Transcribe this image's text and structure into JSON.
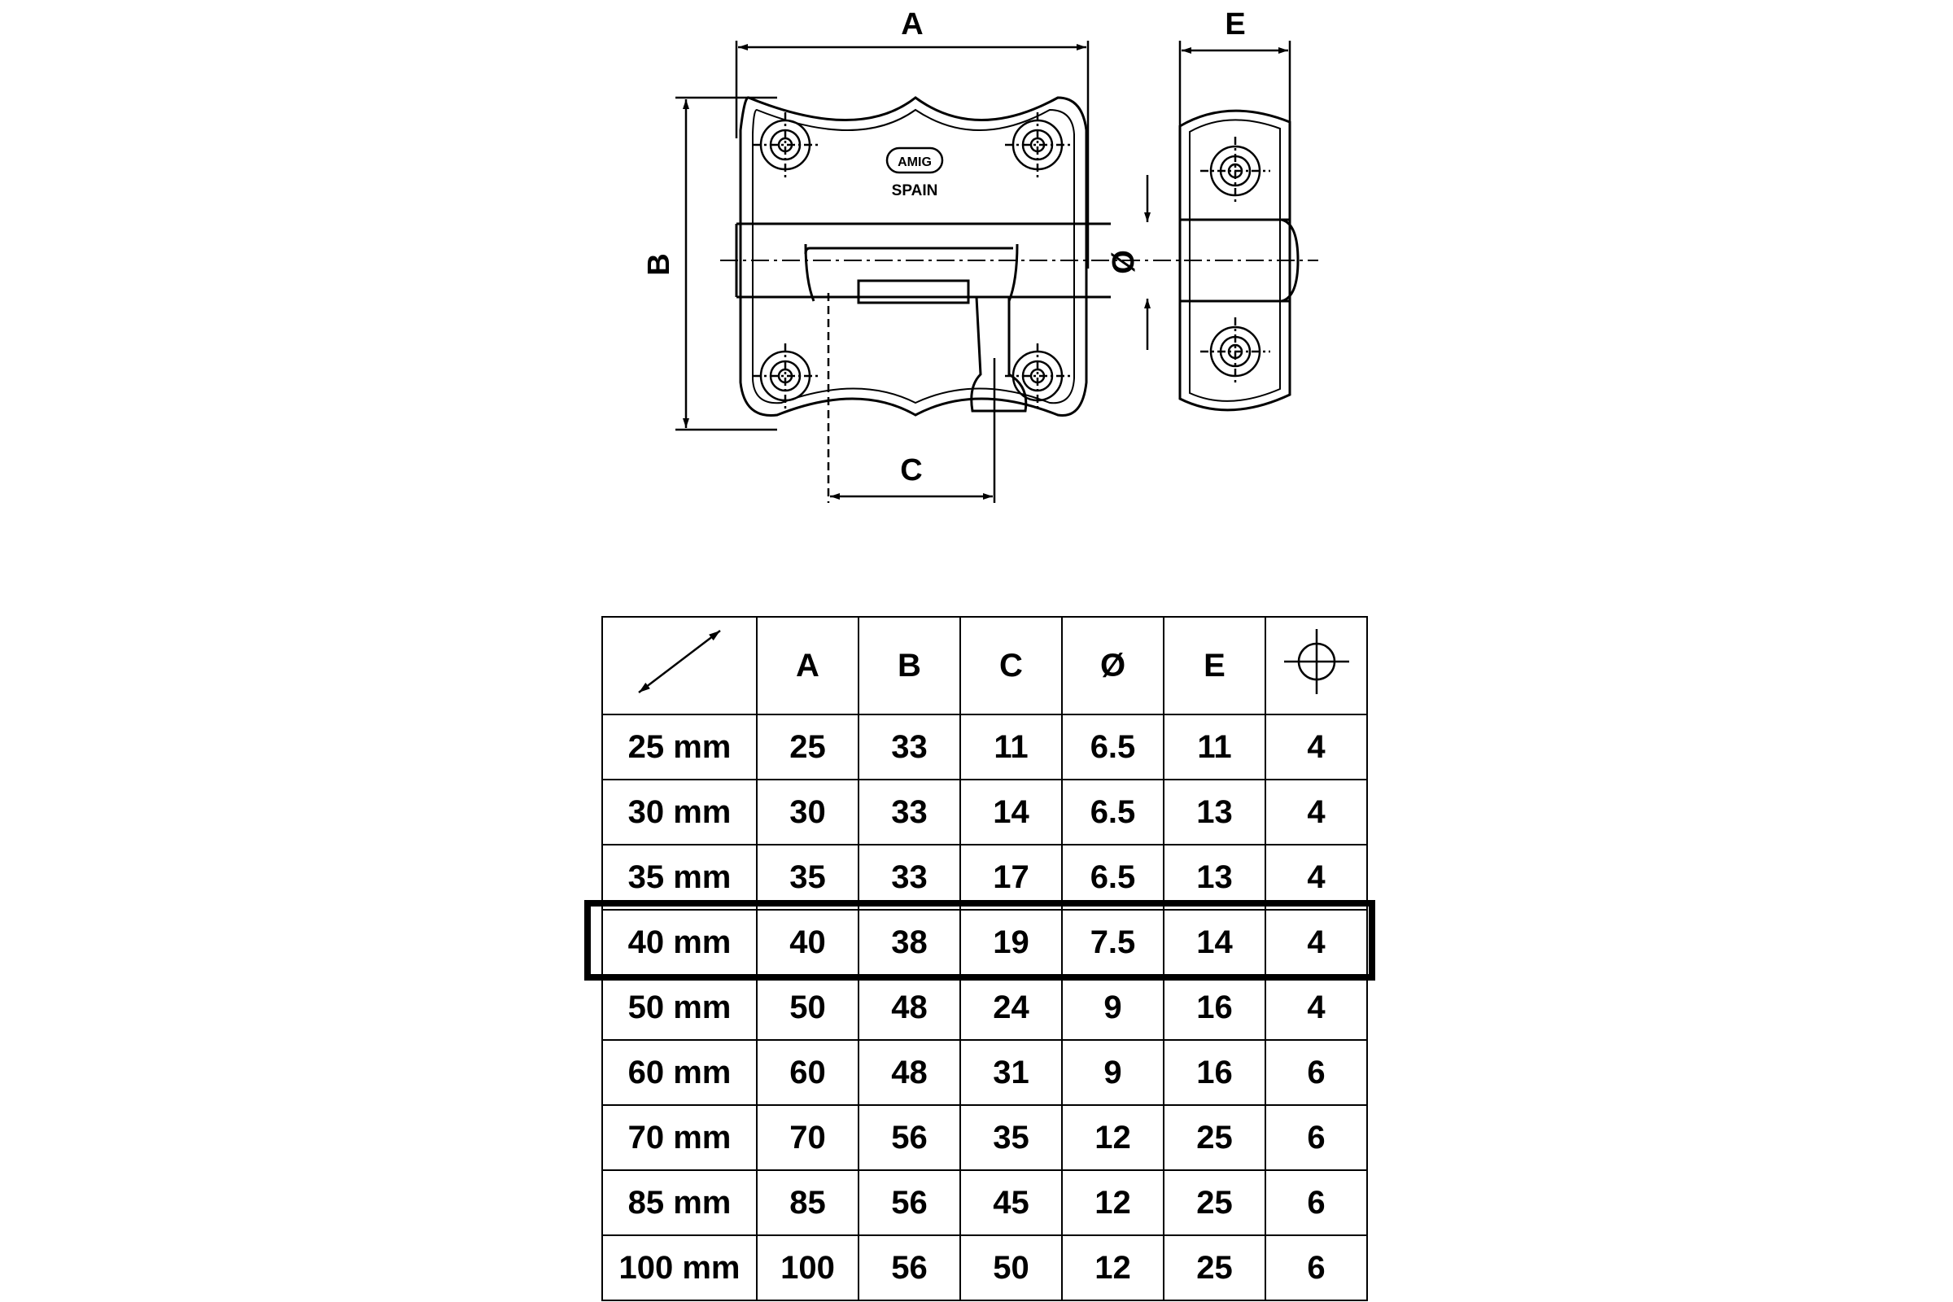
{
  "drawing": {
    "dimension_labels": {
      "a": "A",
      "b": "B",
      "c": "C",
      "d": "Ø",
      "e": "E"
    },
    "logo_text": "SPAIN",
    "brand_text": "AMIG"
  },
  "table": {
    "header_icon_corner": "diagonal-arrow-icon",
    "header_icon_last": "crosshair-screw-icon",
    "columns": [
      "A",
      "B",
      "C",
      "Ø",
      "E"
    ],
    "highlighted_row": "40 mm",
    "rows": [
      {
        "size": "25 mm",
        "a": "25",
        "b": "33",
        "c": "11",
        "d": "6.5",
        "e": "11",
        "screws": "4"
      },
      {
        "size": "30 mm",
        "a": "30",
        "b": "33",
        "c": "14",
        "d": "6.5",
        "e": "13",
        "screws": "4"
      },
      {
        "size": "35 mm",
        "a": "35",
        "b": "33",
        "c": "17",
        "d": "6.5",
        "e": "13",
        "screws": "4"
      },
      {
        "size": "40 mm",
        "a": "40",
        "b": "38",
        "c": "19",
        "d": "7.5",
        "e": "14",
        "screws": "4"
      },
      {
        "size": "50 mm",
        "a": "50",
        "b": "48",
        "c": "24",
        "d": "9",
        "e": "16",
        "screws": "4"
      },
      {
        "size": "60 mm",
        "a": "60",
        "b": "48",
        "c": "31",
        "d": "9",
        "e": "16",
        "screws": "6"
      },
      {
        "size": "70 mm",
        "a": "70",
        "b": "56",
        "c": "35",
        "d": "12",
        "e": "25",
        "screws": "6"
      },
      {
        "size": "85 mm",
        "a": "85",
        "b": "56",
        "c": "45",
        "d": "12",
        "e": "25",
        "screws": "6"
      },
      {
        "size": "100 mm",
        "a": "100",
        "b": "56",
        "c": "50",
        "d": "12",
        "e": "25",
        "screws": "6"
      }
    ]
  }
}
